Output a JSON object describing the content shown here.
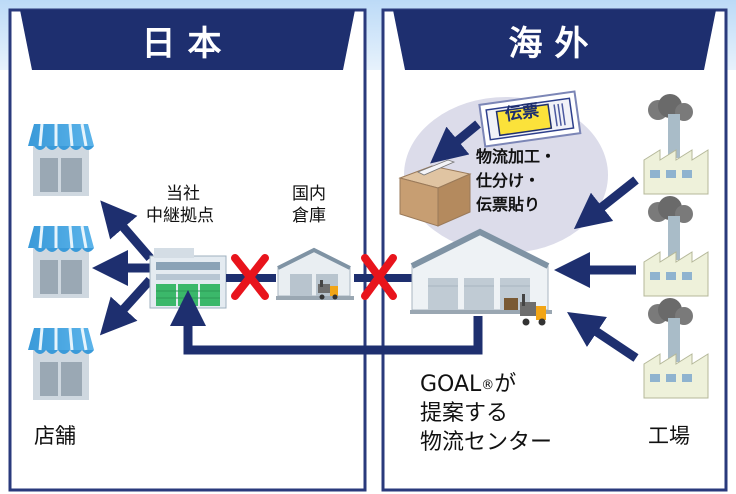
{
  "regions": {
    "japan": {
      "title": "日本"
    },
    "overseas": {
      "title": "海外"
    }
  },
  "labels": {
    "stores": "店舗",
    "relay_line1": "当社",
    "relay_line2": "中継拠点",
    "domestic_line1": "国内",
    "domestic_line2": "倉庫",
    "slip": "伝票",
    "process_line1": "物流加工・",
    "process_line2": "仕分け・",
    "process_line3": "伝票貼り",
    "goal_line1": "GOAL",
    "goal_mark": "®",
    "goal_line1_suffix": "が",
    "goal_line2": "提案する",
    "goal_line3": "物流センター",
    "factories": "工場"
  },
  "colors": {
    "navy": "#1e2f6f",
    "frame": "#2a3a7c",
    "cross": "#e8141c",
    "sky_blue": "#cde4fa",
    "bubble": "#dcdcea",
    "box": "#c9a177"
  }
}
